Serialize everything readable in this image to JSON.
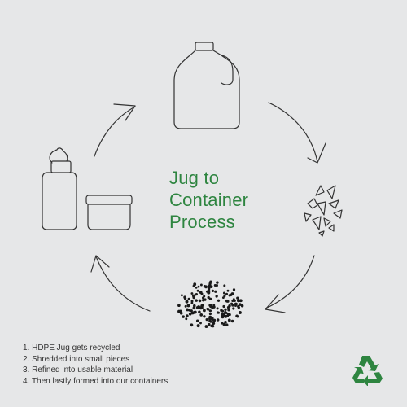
{
  "title_lines": [
    "Jug to",
    "Container",
    "Process"
  ],
  "steps": [
    "1. HDPE Jug gets recycled",
    "2. Shredded into small pieces",
    "3. Refined into usable material",
    "4. Then lastly formed into our containers"
  ],
  "icons": {
    "jug": "jug-icon",
    "shredded": "shredded-pieces-icon",
    "pellets": "pellets-icon",
    "containers": "bottle-and-jar-icon",
    "recycle": "recycle-icon"
  },
  "colors": {
    "accent": "#2e8540",
    "background": "#e6e7e8",
    "line": "#333333"
  }
}
